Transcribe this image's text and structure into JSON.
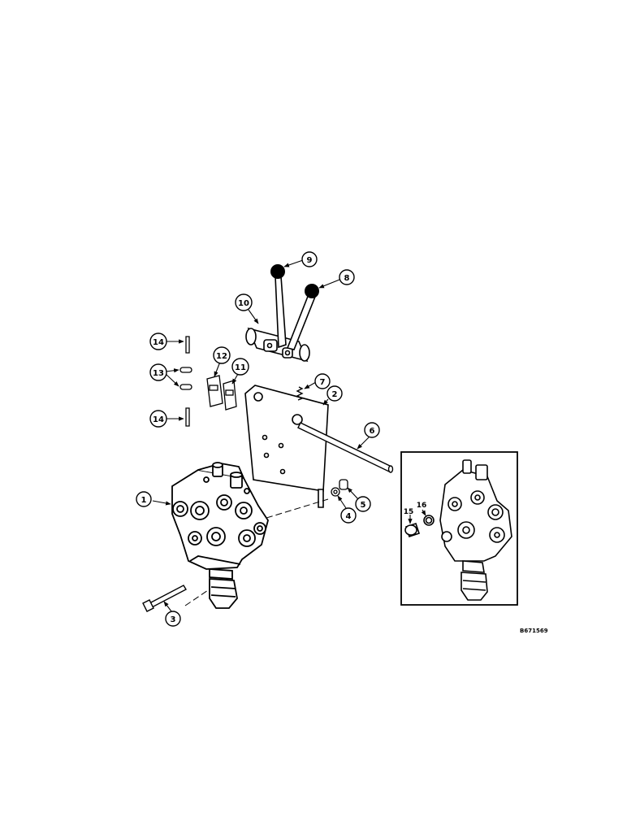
{
  "diagram": {
    "callouts": {
      "c1": "1",
      "c2": "2",
      "c3": "3",
      "c4": "4",
      "c5": "5",
      "c6": "6",
      "c7": "7",
      "c8": "8",
      "c9": "9",
      "c10": "10",
      "c11": "11",
      "c12": "12",
      "c13": "13",
      "c14a": "14",
      "c14b": "14"
    },
    "inset_labels": {
      "i15": "15",
      "i16": "16"
    },
    "reference_code": "B671569"
  }
}
